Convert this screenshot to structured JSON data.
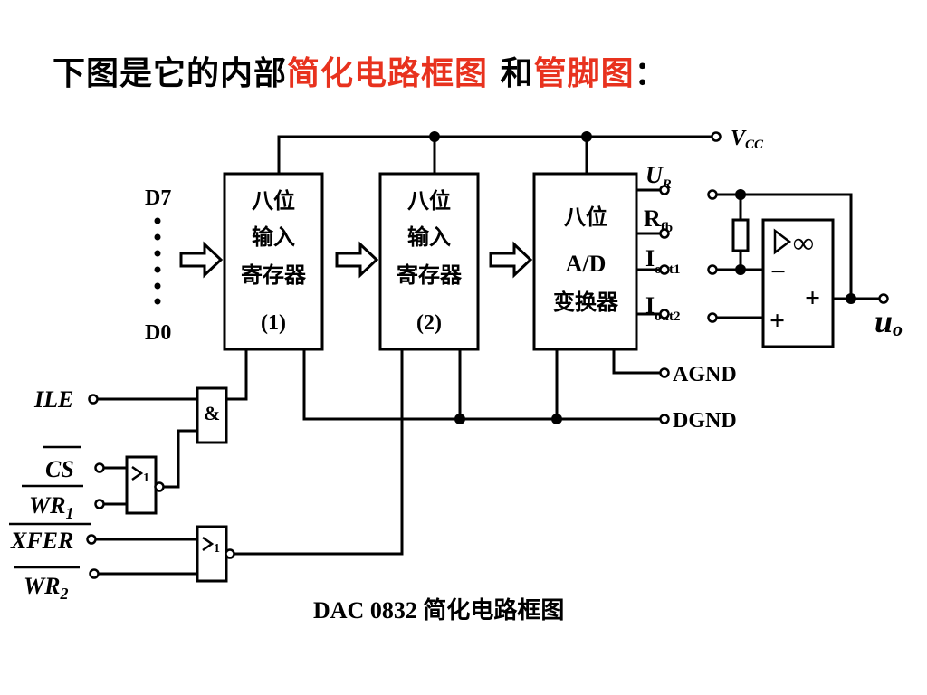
{
  "title": {
    "part1": "下图是它的内部",
    "part2": "简化电路框图",
    "part3": " 和",
    "part4": "管脚图",
    "part5": "：",
    "accent_color": "#e8321e"
  },
  "blocks": {
    "reg1": {
      "line1": "八位",
      "line2": "输入",
      "line3": "寄存器",
      "line4": "(1)"
    },
    "reg2": {
      "line1": "八位",
      "line2": "输入",
      "line3": "寄存器",
      "line4": "(2)"
    },
    "dac": {
      "line1": "八位",
      "line2": "A/D",
      "line3": "变换器"
    }
  },
  "pins": {
    "d7": "D7",
    "d0": "D0",
    "vcc": "V",
    "vcc_sub": "CC",
    "ur": "U",
    "ur_sub": "R",
    "rfb": "R",
    "rfb_sub": "fb",
    "iout1": "I",
    "iout1_sub": "out1",
    "iout2": "I",
    "iout2_sub": "out2",
    "agnd": "AGND",
    "dgnd": "DGND",
    "ile": "ILE",
    "cs": "CS",
    "wr1": "WR",
    "wr1_sub": "1",
    "xfer": "XFER",
    "wr2": "WR",
    "wr2_sub": "2",
    "uo": "u",
    "uo_sub": "o"
  },
  "gates": {
    "and_label": "&",
    "nor1_label": "1",
    "nor2_label": "1"
  },
  "opamp": {
    "inf": "∞",
    "minus": "−",
    "plus_in": "+",
    "plus_out": "+"
  },
  "caption": "DAC 0832 简化电路框图"
}
